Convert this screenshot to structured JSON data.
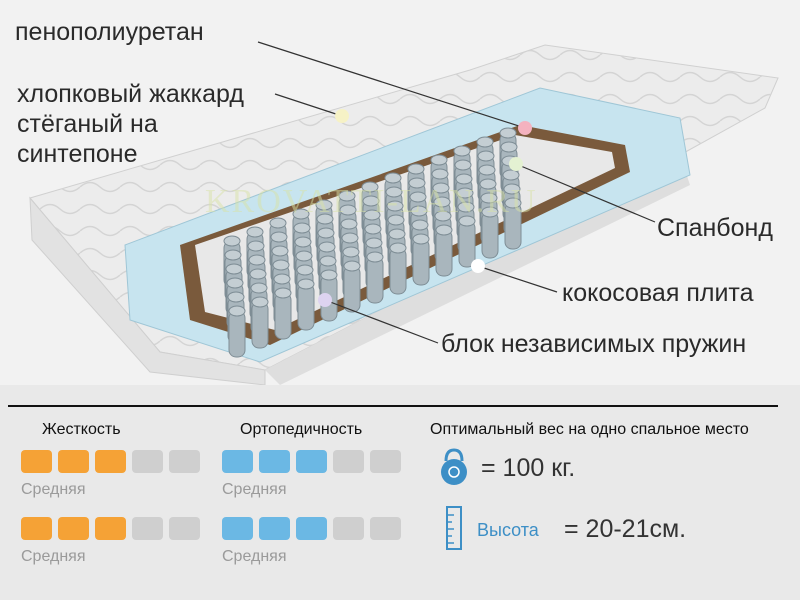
{
  "diagram": {
    "labels": {
      "foam": "пенополиуретан",
      "jacquard_1": "хлопковый жаккард",
      "jacquard_2": "стёганый на",
      "jacquard_3": "синтепоне",
      "spunbond": "Спанбонд",
      "coconut": "кокосовая плита",
      "springs": "блок независимых пружин"
    },
    "watermark": "KROVATTI-LAN.RU"
  },
  "specs": {
    "hardness_title": "Жесткость",
    "ortho_title": "Ортопедичность",
    "weight_title": "Оптимальный вес на одно спальное место",
    "rows": [
      {
        "hardness": {
          "filled": 3,
          "total": 5,
          "level": "Средняя"
        },
        "ortho": {
          "filled": 3,
          "total": 5,
          "level": "Средняя"
        }
      },
      {
        "hardness": {
          "filled": 3,
          "total": 5,
          "level": "Средняя"
        },
        "ortho": {
          "filled": 3,
          "total": 5,
          "level": "Средняя"
        }
      }
    ],
    "weight_value": "= 100 кг.",
    "height_label": "Высота",
    "height_value": "= 20-21см.",
    "colors": {
      "hardness": "#f5a236",
      "ortho": "#6bb8e4",
      "empty": "#cfcfcf"
    },
    "icons": {
      "weight": "kettlebell-icon",
      "height": "ruler-icon"
    }
  }
}
